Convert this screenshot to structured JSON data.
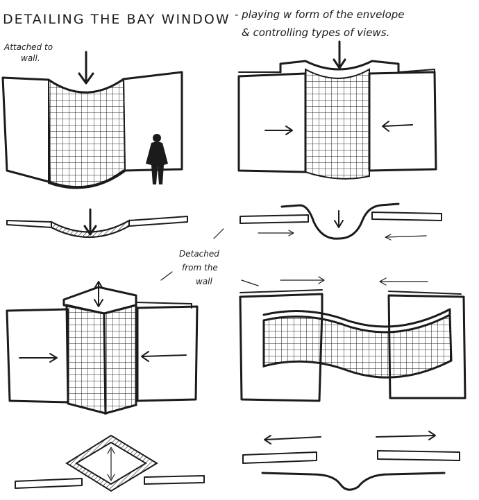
{
  "title": "DETAILING THE BAY WINDOW",
  "subtitle_line1": "- playing w form of the envelope",
  "subtitle_line2": "& controlling types of views.",
  "note_attached_line1": "Attached to",
  "note_attached_line2": "wall.",
  "note_detached_line1": "Detached",
  "note_detached_line2": "from the",
  "note_detached_line3": "wall",
  "colors": {
    "ink": "#1b1b1b",
    "paper": "#ffffff"
  }
}
